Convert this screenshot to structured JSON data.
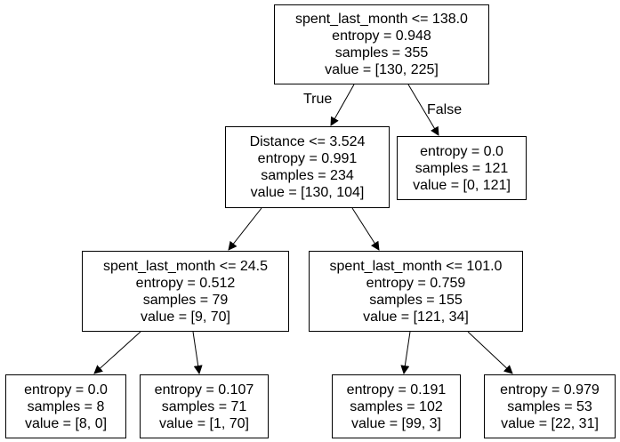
{
  "nodes": [
    {
      "id": "root",
      "lines": [
        "spent_last_month <= 138.0",
        "entropy = 0.948",
        "samples = 355",
        "value = [130, 225]"
      ]
    },
    {
      "id": "n1",
      "lines": [
        "Distance <= 3.524",
        "entropy = 0.991",
        "samples = 234",
        "value = [130, 104]"
      ]
    },
    {
      "id": "n2",
      "lines": [
        "entropy = 0.0",
        "samples = 121",
        "value = [0, 121]"
      ]
    },
    {
      "id": "n3",
      "lines": [
        "spent_last_month <= 24.5",
        "entropy = 0.512",
        "samples = 79",
        "value = [9, 70]"
      ]
    },
    {
      "id": "n4",
      "lines": [
        "spent_last_month <= 101.0",
        "entropy = 0.759",
        "samples = 155",
        "value = [121, 34]"
      ]
    },
    {
      "id": "n5",
      "lines": [
        "entropy = 0.0",
        "samples = 8",
        "value = [8, 0]"
      ]
    },
    {
      "id": "n6",
      "lines": [
        "entropy = 0.107",
        "samples = 71",
        "value = [1, 70]"
      ]
    },
    {
      "id": "n7",
      "lines": [
        "entropy = 0.191",
        "samples = 102",
        "value = [99, 3]"
      ]
    },
    {
      "id": "n8",
      "lines": [
        "entropy = 0.979",
        "samples = 53",
        "value = [22, 31]"
      ]
    }
  ],
  "edges": [
    {
      "from": "root",
      "to": "n1",
      "label": "True"
    },
    {
      "from": "root",
      "to": "n2",
      "label": "False"
    },
    {
      "from": "n1",
      "to": "n3",
      "label": ""
    },
    {
      "from": "n1",
      "to": "n4",
      "label": ""
    },
    {
      "from": "n3",
      "to": "n5",
      "label": ""
    },
    {
      "from": "n3",
      "to": "n6",
      "label": ""
    },
    {
      "from": "n4",
      "to": "n7",
      "label": ""
    },
    {
      "from": "n4",
      "to": "n8",
      "label": ""
    }
  ],
  "colors": {
    "stroke": "#000000",
    "fill": "#ffffff",
    "text": "#000000"
  }
}
